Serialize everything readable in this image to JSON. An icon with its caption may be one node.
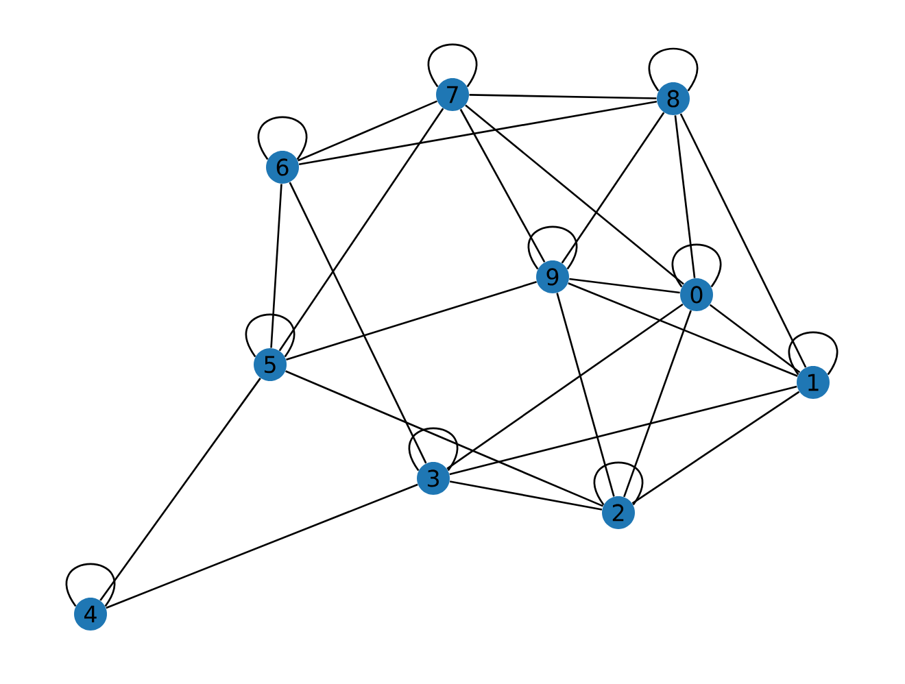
{
  "diagram": {
    "nodes": [
      {
        "text": [
          "0"
        ]
      },
      {
        "text": [
          "1"
        ]
      },
      {
        "text": [
          "2"
        ]
      },
      {
        "text": [
          "3"
        ]
      },
      {
        "text": [
          "4"
        ]
      },
      {
        "text": [
          "5"
        ]
      },
      {
        "text": [
          "6"
        ]
      },
      {
        "text": [
          "7"
        ]
      },
      {
        "text": [
          "8"
        ]
      },
      {
        "text": [
          "9"
        ]
      }
    ],
    "edges": [
      {
        "from": 0,
        "to": 0,
        "arrow": "none"
      },
      {
        "from": 1,
        "to": 1,
        "arrow": "none"
      },
      {
        "from": 2,
        "to": 2,
        "arrow": "none"
      },
      {
        "from": 3,
        "to": 3,
        "arrow": "none"
      },
      {
        "from": 4,
        "to": 4,
        "arrow": "none"
      },
      {
        "from": 5,
        "to": 5,
        "arrow": "none"
      },
      {
        "from": 6,
        "to": 6,
        "arrow": "none"
      },
      {
        "from": 7,
        "to": 7,
        "arrow": "none"
      },
      {
        "from": 8,
        "to": 8,
        "arrow": "none"
      },
      {
        "from": 9,
        "to": 9,
        "arrow": "none"
      },
      {
        "from": 0,
        "to": 1,
        "arrow": "none"
      },
      {
        "from": 0,
        "to": 2,
        "arrow": "none"
      },
      {
        "from": 0,
        "to": 3,
        "arrow": "none"
      },
      {
        "from": 0,
        "to": 7,
        "arrow": "none"
      },
      {
        "from": 0,
        "to": 8,
        "arrow": "none"
      },
      {
        "from": 0,
        "to": 9,
        "arrow": "none"
      },
      {
        "from": 1,
        "to": 2,
        "arrow": "none"
      },
      {
        "from": 1,
        "to": 3,
        "arrow": "none"
      },
      {
        "from": 1,
        "to": 8,
        "arrow": "none"
      },
      {
        "from": 1,
        "to": 9,
        "arrow": "none"
      },
      {
        "from": 2,
        "to": 3,
        "arrow": "none"
      },
      {
        "from": 2,
        "to": 5,
        "arrow": "none"
      },
      {
        "from": 2,
        "to": 9,
        "arrow": "none"
      },
      {
        "from": 3,
        "to": 4,
        "arrow": "none"
      },
      {
        "from": 3,
        "to": 6,
        "arrow": "none"
      },
      {
        "from": 4,
        "to": 5,
        "arrow": "none"
      },
      {
        "from": 5,
        "to": 6,
        "arrow": "none"
      },
      {
        "from": 5,
        "to": 7,
        "arrow": "none"
      },
      {
        "from": 5,
        "to": 9,
        "arrow": "none"
      },
      {
        "from": 6,
        "to": 7,
        "arrow": "none"
      },
      {
        "from": 6,
        "to": 8,
        "arrow": "none"
      },
      {
        "from": 7,
        "to": 8,
        "arrow": "none"
      },
      {
        "from": 7,
        "to": 9,
        "arrow": "none"
      },
      {
        "from": 8,
        "to": 9,
        "arrow": "none"
      }
    ]
  }
}
